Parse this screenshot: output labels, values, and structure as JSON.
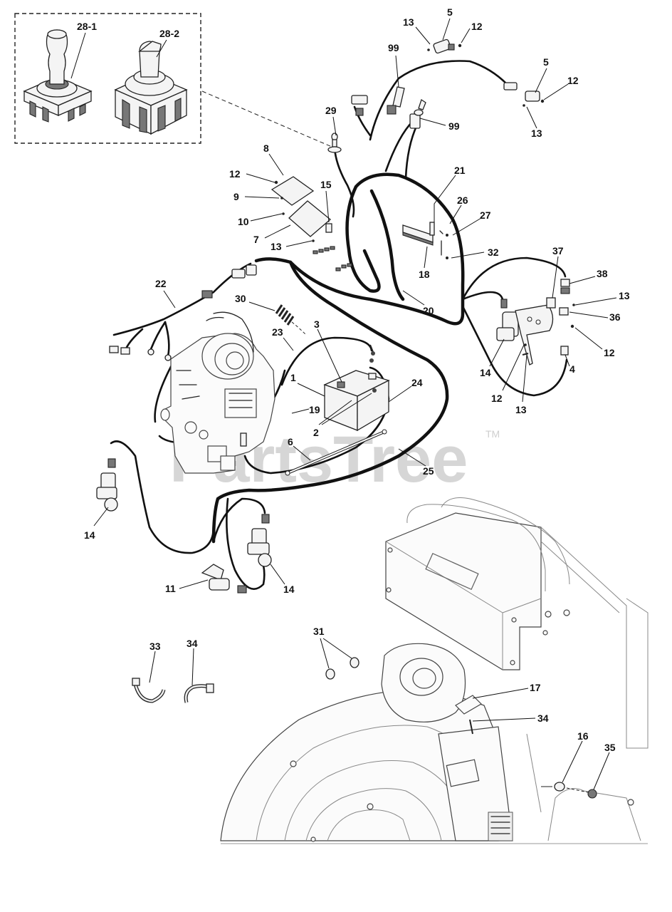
{
  "watermark": {
    "text": "PartsTree",
    "trademark": "TM"
  },
  "inset": {
    "style": "dashed",
    "labels": [
      "28-1",
      "28-2"
    ]
  },
  "callouts": [
    {
      "id": "c-13a",
      "text": "13"
    },
    {
      "id": "c-5a",
      "text": "5"
    },
    {
      "id": "c-12a",
      "text": "12"
    },
    {
      "id": "c-99a",
      "text": "99"
    },
    {
      "id": "c-5b",
      "text": "5"
    },
    {
      "id": "c-12b",
      "text": "12"
    },
    {
      "id": "c-13b",
      "text": "13"
    },
    {
      "id": "c-29",
      "text": "29"
    },
    {
      "id": "c-99b",
      "text": "99"
    },
    {
      "id": "c-8",
      "text": "8"
    },
    {
      "id": "c-12c",
      "text": "12"
    },
    {
      "id": "c-9",
      "text": "9"
    },
    {
      "id": "c-15",
      "text": "15"
    },
    {
      "id": "c-10",
      "text": "10"
    },
    {
      "id": "c-7",
      "text": "7"
    },
    {
      "id": "c-13c",
      "text": "13"
    },
    {
      "id": "c-21",
      "text": "21"
    },
    {
      "id": "c-26",
      "text": "26"
    },
    {
      "id": "c-27",
      "text": "27"
    },
    {
      "id": "c-32",
      "text": "32"
    },
    {
      "id": "c-18",
      "text": "18"
    },
    {
      "id": "c-37",
      "text": "37"
    },
    {
      "id": "c-38",
      "text": "38"
    },
    {
      "id": "c-13d",
      "text": "13"
    },
    {
      "id": "c-36",
      "text": "36"
    },
    {
      "id": "c-12d",
      "text": "12"
    },
    {
      "id": "c-4",
      "text": "4"
    },
    {
      "id": "c-22",
      "text": "22"
    },
    {
      "id": "c-30",
      "text": "30"
    },
    {
      "id": "c-20",
      "text": "20"
    },
    {
      "id": "c-23",
      "text": "23"
    },
    {
      "id": "c-3",
      "text": "3"
    },
    {
      "id": "c-14a",
      "text": "14"
    },
    {
      "id": "c-12e",
      "text": "12"
    },
    {
      "id": "c-13e",
      "text": "13"
    },
    {
      "id": "c-1",
      "text": "1"
    },
    {
      "id": "c-24",
      "text": "24"
    },
    {
      "id": "c-19",
      "text": "19"
    },
    {
      "id": "c-2",
      "text": "2"
    },
    {
      "id": "c-6",
      "text": "6"
    },
    {
      "id": "c-25",
      "text": "25"
    },
    {
      "id": "c-14b",
      "text": "14"
    },
    {
      "id": "c-11",
      "text": "11"
    },
    {
      "id": "c-14c",
      "text": "14"
    },
    {
      "id": "c-31",
      "text": "31"
    },
    {
      "id": "c-33",
      "text": "33"
    },
    {
      "id": "c-34a",
      "text": "34"
    },
    {
      "id": "c-17",
      "text": "17"
    },
    {
      "id": "c-34b",
      "text": "34"
    },
    {
      "id": "c-16",
      "text": "16"
    },
    {
      "id": "c-35",
      "text": "35"
    }
  ]
}
